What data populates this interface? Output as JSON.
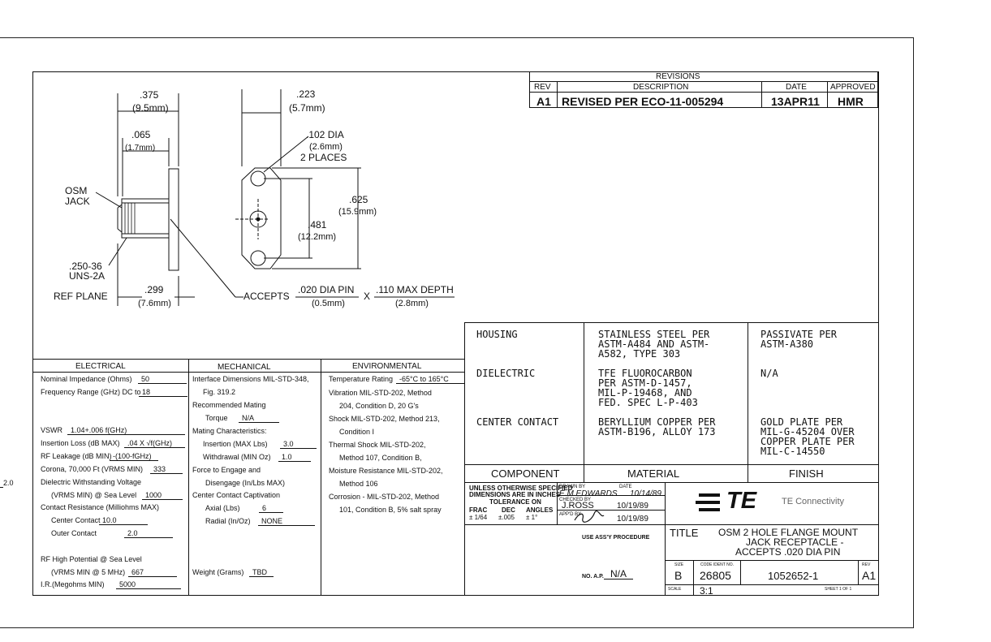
{
  "revisions": {
    "title": "REVISIONS",
    "headers": {
      "rev": "REV",
      "description": "DESCRIPTION",
      "date": "DATE",
      "approved": "APPROVED"
    },
    "row": {
      "rev": "A1",
      "description": "REVISED PER ECO-11-005294",
      "date": "13APR11",
      "approved": "HMR"
    }
  },
  "drawing": {
    "dim_375": ".375",
    "dim_375_mm": "(9.5mm)",
    "dim_065": ".065",
    "dim_065_mm": "(1.7mm)",
    "osm": "OSM",
    "jack": "JACK",
    "thread1": ".250-36",
    "thread2": "UNS-2A",
    "ref_plane": "REF PLANE",
    "dim_299": ".299",
    "dim_299_mm": "(7.6mm)",
    "dim_223": ".223",
    "dim_223_mm": "(5.7mm)",
    "dia_102": ".102 DIA",
    "dia_102_mm": "(2.6mm)",
    "places": "2 PLACES",
    "dim_625": ".625",
    "dim_625_mm": "(15.9mm)",
    "dim_481": ".481",
    "dim_481_mm": "(12.2mm)",
    "accepts": "ACCEPTS",
    "pin_dia": ".020 DIA PIN",
    "pin_dia_mm": "(0.5mm)",
    "times": "X",
    "depth": ".110 MAX DEPTH",
    "depth_mm": "(2.8mm)"
  },
  "electrical": {
    "header": "ELECTRICAL",
    "lines": [
      {
        "label": "Nominal Impedance (Ohms)",
        "value": "50"
      },
      {
        "label": "Frequency Range (GHz) DC to",
        "value": "18"
      },
      {
        "label": "VSWR",
        "value": "1.04+.006 f(GHz)"
      },
      {
        "label": "Insertion Loss (dB MAX)",
        "value": ".04 X √f(GHz)"
      },
      {
        "label": "RF Leakage (dB MIN)",
        "value": "-(100-fGHz)"
      },
      {
        "label": "Corona, 70,000 Ft (VRMS MIN)",
        "value": "333"
      },
      {
        "label": "Dielectric Withstanding Voltage",
        "value": ""
      },
      {
        "label": "(VRMS MIN) @ Sea Level",
        "value": "1000"
      },
      {
        "label": "Contact Resistance (Milliohms MAX)",
        "value": ""
      },
      {
        "label": "Center Contact",
        "value": "10.0"
      },
      {
        "label": "Outer Contact",
        "value": "2.0"
      },
      {
        "label": "RF High Potential @ Sea Level",
        "value": ""
      },
      {
        "label": "(VRMS MIN @ 5 MHz)",
        "value": "667"
      },
      {
        "label": "I.R.(Megohms MIN)",
        "value": "5000"
      }
    ]
  },
  "mechanical": {
    "header": "MECHANICAL",
    "lines": [
      {
        "label": "Interface Dimensions MIL-STD-348,",
        "value": ""
      },
      {
        "label": "Fig. 319.2",
        "value": ""
      },
      {
        "label": "Recommended Mating",
        "value": ""
      },
      {
        "label": "Torque",
        "value": "N/A"
      },
      {
        "label": "Mating Characteristics:",
        "value": ""
      },
      {
        "label": "Insertion (MAX Lbs)",
        "value": "3.0"
      },
      {
        "label": "Withdrawal (MIN Oz)",
        "value": "1.0"
      },
      {
        "label": "Force to Engage and",
        "value": ""
      },
      {
        "label": "Disengage (In/Lbs MAX)",
        "value": "2.0"
      },
      {
        "label": "Center Contact Captivation",
        "value": ""
      },
      {
        "label": "Axial (Lbs)",
        "value": "6"
      },
      {
        "label": "Radial (In/Oz)",
        "value": "NONE"
      },
      {
        "label": "Weight (Grams)",
        "value": "TBD"
      }
    ]
  },
  "environmental": {
    "header": "ENVIRONMENTAL",
    "lines": [
      {
        "label": "Temperature Rating",
        "value": "-65°C to 165°C"
      },
      {
        "label": "Vibration MIL-STD-202, Method",
        "value": ""
      },
      {
        "label": "204, Condition D, 20 G's",
        "value": ""
      },
      {
        "label": "Shock MIL-STD-202, Method 213,",
        "value": ""
      },
      {
        "label": "Condition I",
        "value": ""
      },
      {
        "label": "Thermal Shock MIL-STD-202,",
        "value": ""
      },
      {
        "label": "Method 107, Condition B,",
        "value": ""
      },
      {
        "label": "Moisture Resistance MIL-STD-202,",
        "value": ""
      },
      {
        "label": "Method 106",
        "value": ""
      },
      {
        "label": "Corrosion - MIL-STD-202, Method",
        "value": ""
      },
      {
        "label": "101, Condition B, 5% salt spray",
        "value": ""
      }
    ]
  },
  "materials": {
    "rows": [
      {
        "component": "HOUSING",
        "material": "STAINLESS STEEL PER\nASTM-A484 AND ASTM-\nA582, TYPE 303",
        "finish": "PASSIVATE PER\nASTM-A380"
      },
      {
        "component": "DIELECTRIC",
        "material": "TFE FLUOROCARBON\nPER ASTM-D-1457,\nMIL-P-19468, AND\nFED. SPEC L-P-403",
        "finish": "N/A"
      },
      {
        "component": "CENTER CONTACT",
        "material": "BERYLLIUM COPPER PER\nASTM-B196, ALLOY 173",
        "finish": "GOLD PLATE PER\nMIL-G-45204 OVER\nCOPPER PLATE PER\nMIL-C-14550"
      }
    ],
    "headers": {
      "component": "COMPONENT",
      "material": "MATERIAL",
      "finish": "FINISH"
    }
  },
  "titleblock": {
    "unless1": "UNLESS OTHERWISE SPECIFIED",
    "unless2": "DIMENSIONS ARE IN INCHES",
    "tolerance": "TOLERANCE ON",
    "frac": "FRAC",
    "dec": "DEC",
    "angles": "ANGLES",
    "frac_v": "± 1/64",
    "dec_v": "±.005",
    "ang_v": "± 1°",
    "drawn_lbl": "DRAWN BY",
    "drawn": "E.M.EDWARDS",
    "date_lbl": "DATE",
    "drawn_date": "10/14/89",
    "checked_lbl": "CHECKED BY",
    "checked": "J.ROSS",
    "checked_date": "10/19/89",
    "approved_lbl": "APP'D BY",
    "approved_date": "10/19/89",
    "use_assy": "USE ASS'Y PROCEDURE",
    "no_ap_lbl": "NO. A.P.",
    "no_ap": "N/A",
    "logo": "TE",
    "company": "TE Connectivity",
    "title_lbl": "TITLE",
    "title1": "OSM 2 HOLE FLANGE MOUNT",
    "title2": "JACK RECEPTACLE -",
    "title3": "ACCEPTS .020 DIA PIN",
    "size_lbl": "SIZE",
    "size": "B",
    "code_lbl": "CODE IDENT NO.",
    "code": "26805",
    "dwg": "1052652-1",
    "rev_lbl": "REV",
    "rev": "A1",
    "scale_lbl": "SCALE",
    "scale": "3:1",
    "sheet": "SHEET 1 OF 1"
  }
}
